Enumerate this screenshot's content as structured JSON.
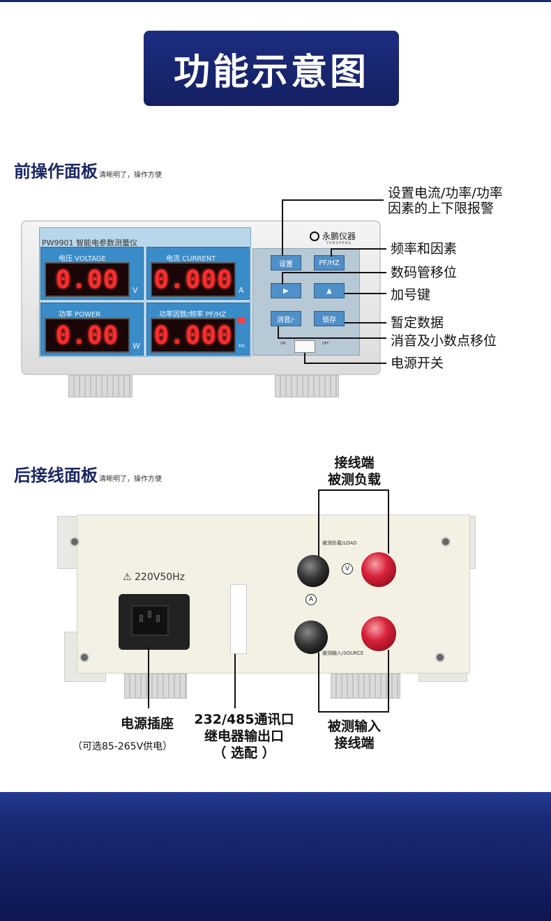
{
  "banner": {
    "title": "功能示意图"
  },
  "front": {
    "heading": "前操作面板",
    "heading_note": "清晰明了，操作方便",
    "device": {
      "model": "PW9901 智能电参数测量仪",
      "brand": "永鹏仪器",
      "brand_en": "YONGPENG",
      "meters": [
        {
          "label": "电压  VOLTAGE",
          "value": "0.00",
          "unit": "V"
        },
        {
          "label": "电流  CURRENT",
          "value": "0.000",
          "unit": "A"
        },
        {
          "label": "功率  POWER",
          "value": "0.00",
          "unit": "W"
        },
        {
          "label": "功率因数/频率  PF/HZ",
          "value": "0.000",
          "unit": "Hz"
        }
      ],
      "keys": {
        "set": "设置",
        "pfhz": "PF/HZ",
        "shift": "▶",
        "plus": "▲",
        "mute": "消音/·",
        "lock": "锁存"
      },
      "switch_on": "ON",
      "switch_off": "OFF"
    },
    "callouts": {
      "limits_line1": "设置电流/功率/功率",
      "limits_line2": "因素的上下限报警",
      "freq_pf": "频率和因素",
      "digit_shift": "数码管移位",
      "plus_key": "加号键",
      "hold": "暂定数据",
      "mute_dp": "消音及小数点移位",
      "power": "电源开关"
    }
  },
  "rear": {
    "heading": "后接线面板",
    "heading_note": "清晰明了，操作方便",
    "warning": "220V50Hz",
    "term_load": "被测负载/LOAD",
    "term_source": "被测输入/SOURCE",
    "symbol_v": "V",
    "symbol_a": "A",
    "callouts": {
      "load_line1": "接线端",
      "load_line2": "被测负载",
      "socket": "电源插座",
      "socket_note": "（可选85-265V供电）",
      "comm_line1": "232/485通讯口",
      "comm_line2": "继电器输出口",
      "comm_line3": "（ 选配 ）",
      "input_line1": "被测输入",
      "input_line2": "接线端"
    }
  },
  "colors": {
    "banner": "#1d2d80",
    "display_text": "#ff2a2a",
    "panel_blue": "#3a8cc9",
    "bottom_band": "#1a2a78"
  }
}
